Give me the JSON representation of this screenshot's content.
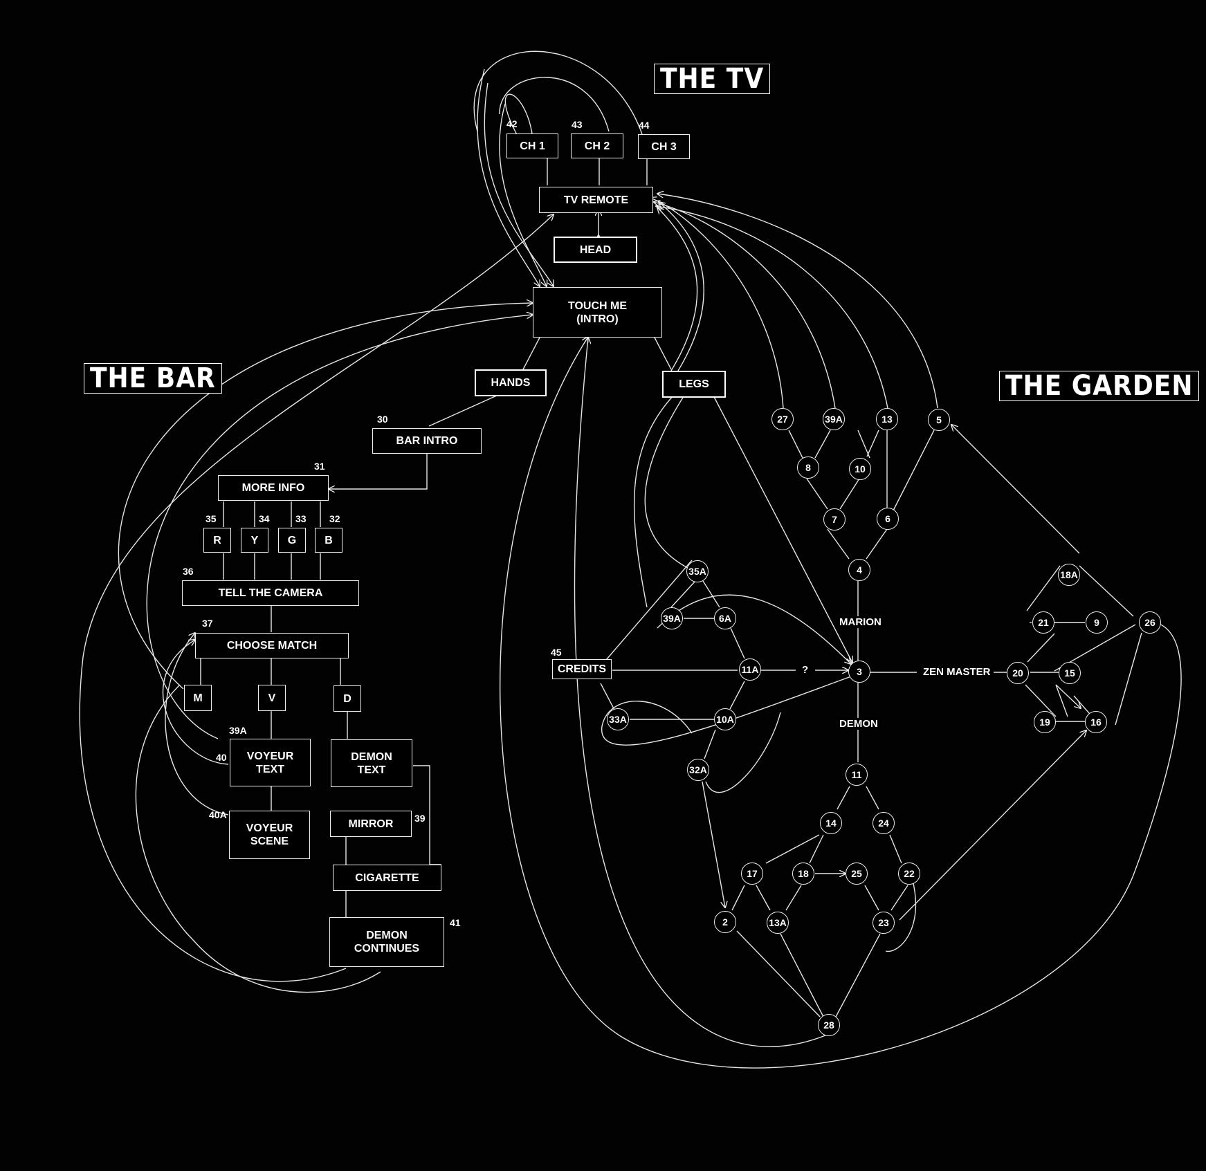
{
  "sections": {
    "tv": "THE TV",
    "bar": "THE BAR",
    "garden": "THE GARDEN"
  },
  "boxes": {
    "ch1": "CH 1",
    "ch2": "CH 2",
    "ch3": "CH 3",
    "tv_remote": "TV REMOTE",
    "head": "HEAD",
    "touch_me": "TOUCH ME\n(INTRO)",
    "hands": "HANDS",
    "legs": "LEGS",
    "bar_intro": "BAR INTRO",
    "more_info": "MORE INFO",
    "r": "R",
    "y": "Y",
    "g": "G",
    "b": "B",
    "tell_camera": "TELL THE CAMERA",
    "choose_match": "CHOOSE MATCH",
    "m": "M",
    "v": "V",
    "d": "D",
    "voyeur_text": "VOYEUR\nTEXT",
    "voyeur_scene": "VOYEUR\nSCENE",
    "demon_text": "DEMON\nTEXT",
    "mirror": "MIRROR",
    "cigarette": "CIGARETTE",
    "demon_continues": "DEMON\nCONTINUES",
    "credits": "CREDITS"
  },
  "box_numbers": {
    "ch1": "42",
    "ch2": "43",
    "ch3": "44",
    "bar_intro": "30",
    "more_info": "31",
    "r": "35",
    "y": "34",
    "g": "33",
    "b": "32",
    "tell_camera": "36",
    "choose_match": "37",
    "voyeur_text_a": "39A",
    "voyeur_text_b": "40",
    "voyeur_scene": "40A",
    "mirror": "39",
    "demon_continues": "41",
    "credits": "45"
  },
  "nodes": {
    "n27": "27",
    "n39A": "39A",
    "n13": "13",
    "n5": "5",
    "n8": "8",
    "n10": "10",
    "n7": "7",
    "n6": "6",
    "n4": "4",
    "n35A": "35A",
    "n39A_b": "39A",
    "n6A": "6A",
    "n11A": "11A",
    "n33A": "33A",
    "n10A": "10A",
    "n32A": "32A",
    "n3": "3",
    "n18A": "18A",
    "n21": "21",
    "n9": "9",
    "n26": "26",
    "n20": "20",
    "n15": "15",
    "n19": "19",
    "n16": "16",
    "n11": "11",
    "n14": "14",
    "n24": "24",
    "n17": "17",
    "n18": "18",
    "n25": "25",
    "n22": "22",
    "n2": "2",
    "n13A": "13A",
    "n23": "23",
    "n28": "28"
  },
  "labels": {
    "marion": "MARION",
    "demon": "DEMON",
    "zen_master": "ZEN MASTER",
    "question": "?"
  }
}
